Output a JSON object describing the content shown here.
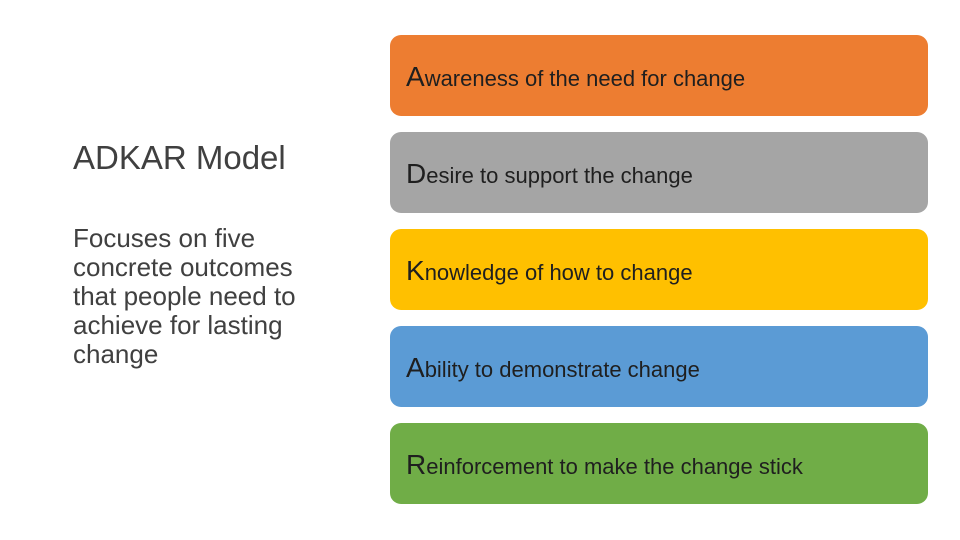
{
  "title": "ADKAR Model",
  "description": "Focuses on five concrete outcomes that people need to achieve for lasting change",
  "steps": [
    {
      "initial": "A",
      "rest": "wareness of the need for change",
      "color": "#ED7D31"
    },
    {
      "initial": "D",
      "rest": "esire to support the change",
      "color": "#A5A5A5"
    },
    {
      "initial": "K",
      "rest": "nowledge of how to change",
      "color": "#FFC000"
    },
    {
      "initial": "A",
      "rest": "bility to demonstrate change",
      "color": "#5B9BD5"
    },
    {
      "initial": "R",
      "rest": "einforcement to make the change stick",
      "color": "#70AD47"
    }
  ]
}
